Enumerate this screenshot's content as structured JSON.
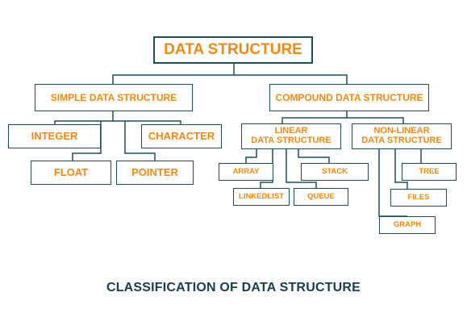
{
  "root": {
    "label": "DATA STRUCTURE"
  },
  "simple": {
    "label": "SIMPLE DATA STRUCTURE",
    "integer": "INTEGER",
    "character": "CHARACTER",
    "float": "FLOAT",
    "pointer": "POINTER"
  },
  "compound": {
    "label": "COMPOUND DATA STRUCTURE",
    "linear": {
      "line1": "LINEAR",
      "line2": "DATA STRUCTURE",
      "array": "ARRAY",
      "stack": "STACK",
      "linkedlist": "LINKEDLIST",
      "queue": "QUEUE"
    },
    "nonlinear": {
      "line1": "NON-LINEAR",
      "line2": "DATA STRUCTURE",
      "tree": "TREE",
      "files": "FILES",
      "graph": "GRAPH"
    }
  },
  "caption": "CLASSIFICATION OF DATA STRUCTURE",
  "colors": {
    "text": "#f08a12",
    "line": "#1f4e5a",
    "caption": "#16404d"
  }
}
